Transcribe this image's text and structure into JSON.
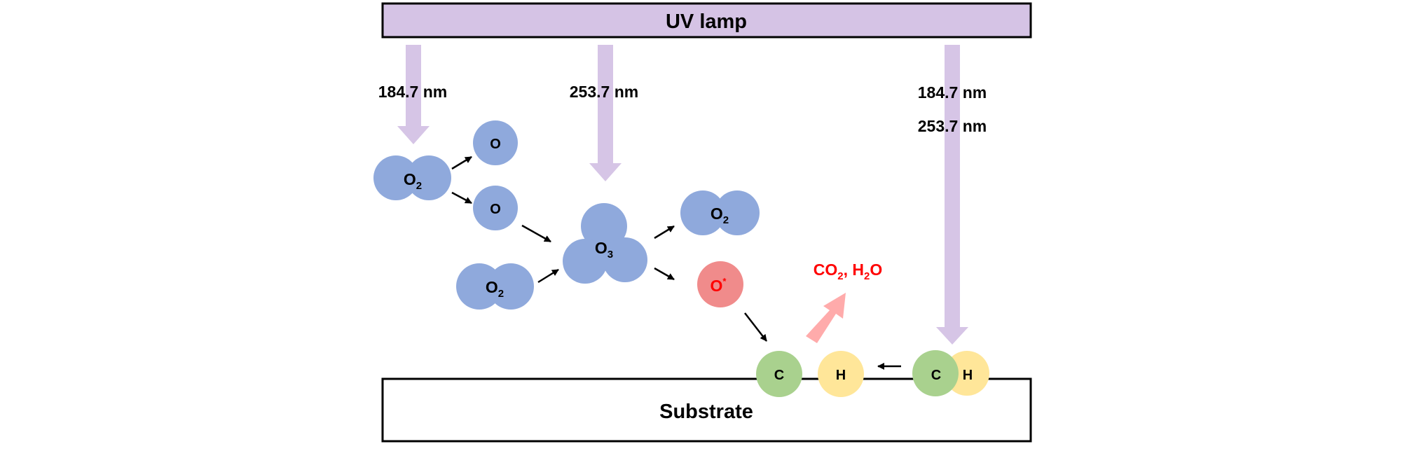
{
  "lamp": {
    "label": "UV lamp"
  },
  "substrate": {
    "label": "Substrate"
  },
  "wavelengths": {
    "left": "184.7 nm",
    "middle": "253.7 nm",
    "right_top": "184.7 nm",
    "right_bottom": "253.7 nm"
  },
  "molecules": {
    "o2_left": {
      "main": "O",
      "sub": "2"
    },
    "o_top": "O",
    "o_bottom": "O",
    "o2_lower": {
      "main": "O",
      "sub": "2"
    },
    "o3": {
      "main": "O",
      "sub": "3"
    },
    "o2_product": {
      "main": "O",
      "sub": "2"
    },
    "o_excited": {
      "main": "O",
      "sup": "*"
    },
    "carbon": "C",
    "hydrogen": "H",
    "ch_carbon": "C",
    "ch_hydrogen": "H"
  },
  "products": {
    "co2": {
      "main": "CO",
      "sub": "2"
    },
    "separator": ", ",
    "h2o": {
      "pre": "H",
      "sub": "2",
      "post": "O"
    }
  },
  "colors": {
    "lamp_fill": "#d5c3e5",
    "uv_arrow": "#d6c5e6",
    "oxygen": "#8fa9dc",
    "excited_oxygen": "#f08b8b",
    "carbon": "#a9d18e",
    "hydrogen": "#ffe699",
    "product_text": "#ff0000",
    "product_arrow": "#ffabab"
  }
}
